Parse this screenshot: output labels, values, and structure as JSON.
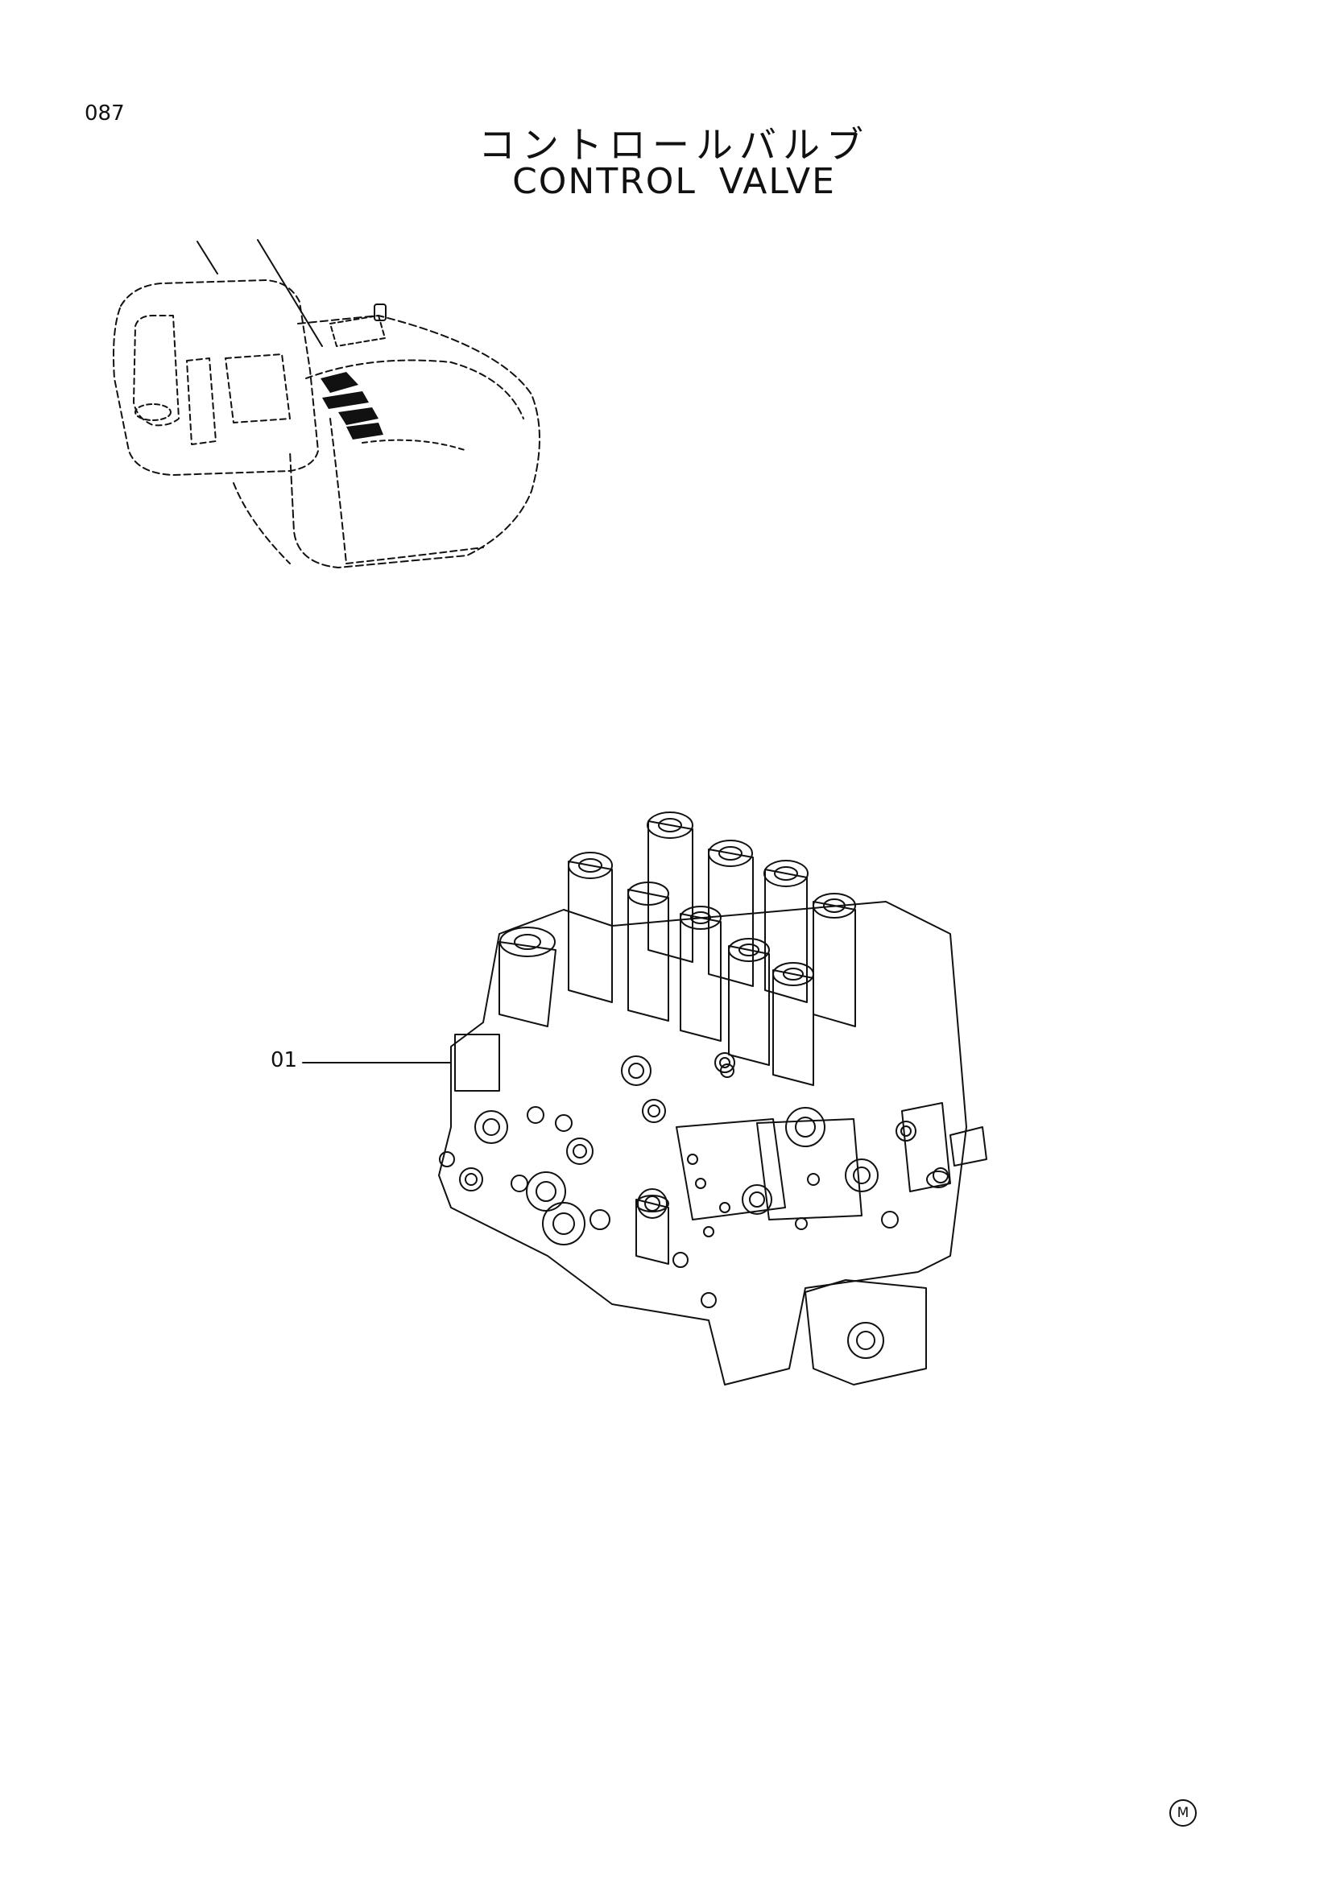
{
  "page": {
    "number": "087"
  },
  "title": {
    "japanese": "コントロールバルブ",
    "english": "CONTROL VALVE"
  },
  "callouts": [
    {
      "label": "01",
      "part": "control valve assembly"
    }
  ],
  "footer": {
    "mark": "M"
  }
}
